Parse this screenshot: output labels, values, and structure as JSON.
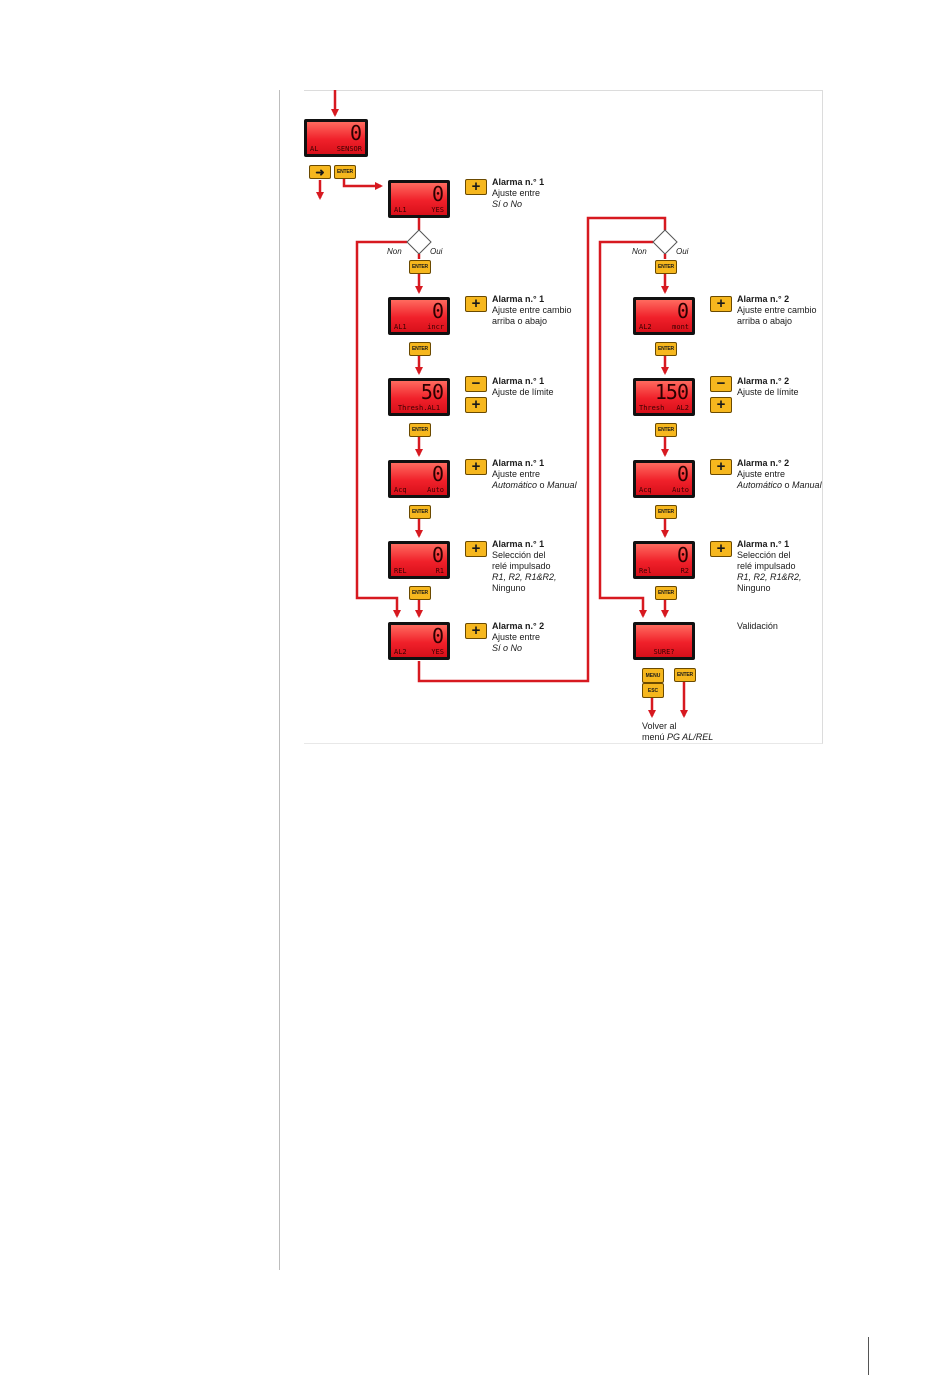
{
  "displays": {
    "al_sensor": {
      "value": "0",
      "left": "AL",
      "right": "SENSOR"
    },
    "al1_yes": {
      "value": "0",
      "left": "AL1",
      "right": "YES"
    },
    "al1_incr": {
      "value": "0",
      "left": "AL1",
      "right": "incr"
    },
    "thresh_al1": {
      "value": "50",
      "left": "Thresh.AL1",
      "right": ""
    },
    "acq_auto_1": {
      "value": "0",
      "left": "Acq",
      "right": "Auto"
    },
    "rel_r1": {
      "value": "0",
      "left": "REL",
      "right": "R1"
    },
    "al2_yes": {
      "value": "0",
      "left": "AL2",
      "right": "YES"
    },
    "al2_mont": {
      "value": "0",
      "left": "AL2",
      "right": "mont"
    },
    "thresh_al2": {
      "value": "150",
      "left": "Thresh",
      "right": "AL2"
    },
    "acq_auto_2": {
      "value": "0",
      "left": "Acq",
      "right": "Auto"
    },
    "rel_r2": {
      "value": "0",
      "left": "Rel",
      "right": "R2"
    },
    "sure": {
      "value": "",
      "left": "SURE?",
      "right": ""
    }
  },
  "keys": {
    "enter": "ENTER",
    "plus": "+",
    "minus": "−",
    "arrow": "➜",
    "menu": "MENU",
    "esc": "ESC"
  },
  "branches": {
    "non": "Non",
    "oui": "Oui"
  },
  "notes": {
    "n1": {
      "title": "Alarma n.° 1",
      "l1": "Ajuste entre",
      "l2": "Sí o No"
    },
    "n2": {
      "title": "Alarma n.° 1",
      "l1": "Ajuste entre cambio",
      "l2": "arriba o abajo"
    },
    "n3": {
      "title": "Alarma n.° 1",
      "l1": "Ajuste de límite"
    },
    "n4": {
      "title": "Alarma n.° 1",
      "l1": "Ajuste entre",
      "l2a": "Automático",
      "l2b": " o ",
      "l2c": "Manual"
    },
    "n5": {
      "title": "Alarma n.° 1",
      "l1": "Selección del",
      "l2": "relé impulsado",
      "l3": "R1, R2, R1&R2,",
      "l4": "Ninguno"
    },
    "n6": {
      "title": "Alarma n.° 2",
      "l1": "Ajuste entre",
      "l2": "Sí o No"
    },
    "n7": {
      "title": "Alarma n.° 2",
      "l1": "Ajuste entre cambio",
      "l2": "arriba o abajo"
    },
    "n8": {
      "title": "Alarma n.° 2",
      "l1": "Ajuste de límite"
    },
    "n9": {
      "title": "Alarma n.° 2",
      "l1": "Ajuste entre",
      "l2a": "Automático",
      "l2b": " o ",
      "l2c": "Manual"
    },
    "n10": {
      "title": "Alarma n.° 1",
      "l1": "Selección del",
      "l2": "relé impulsado",
      "l3": "R1, R2, R1&R2,",
      "l4": "Ninguno"
    },
    "n11": {
      "title": "Validación"
    }
  },
  "footer": {
    "l1": "Volver al",
    "l2a": "menú ",
    "l2b": "PG AL/REL"
  },
  "colors": {
    "flow_line": "#d71920",
    "key_fill": "#f6b71e",
    "lcd_fill": "#f0202a"
  }
}
